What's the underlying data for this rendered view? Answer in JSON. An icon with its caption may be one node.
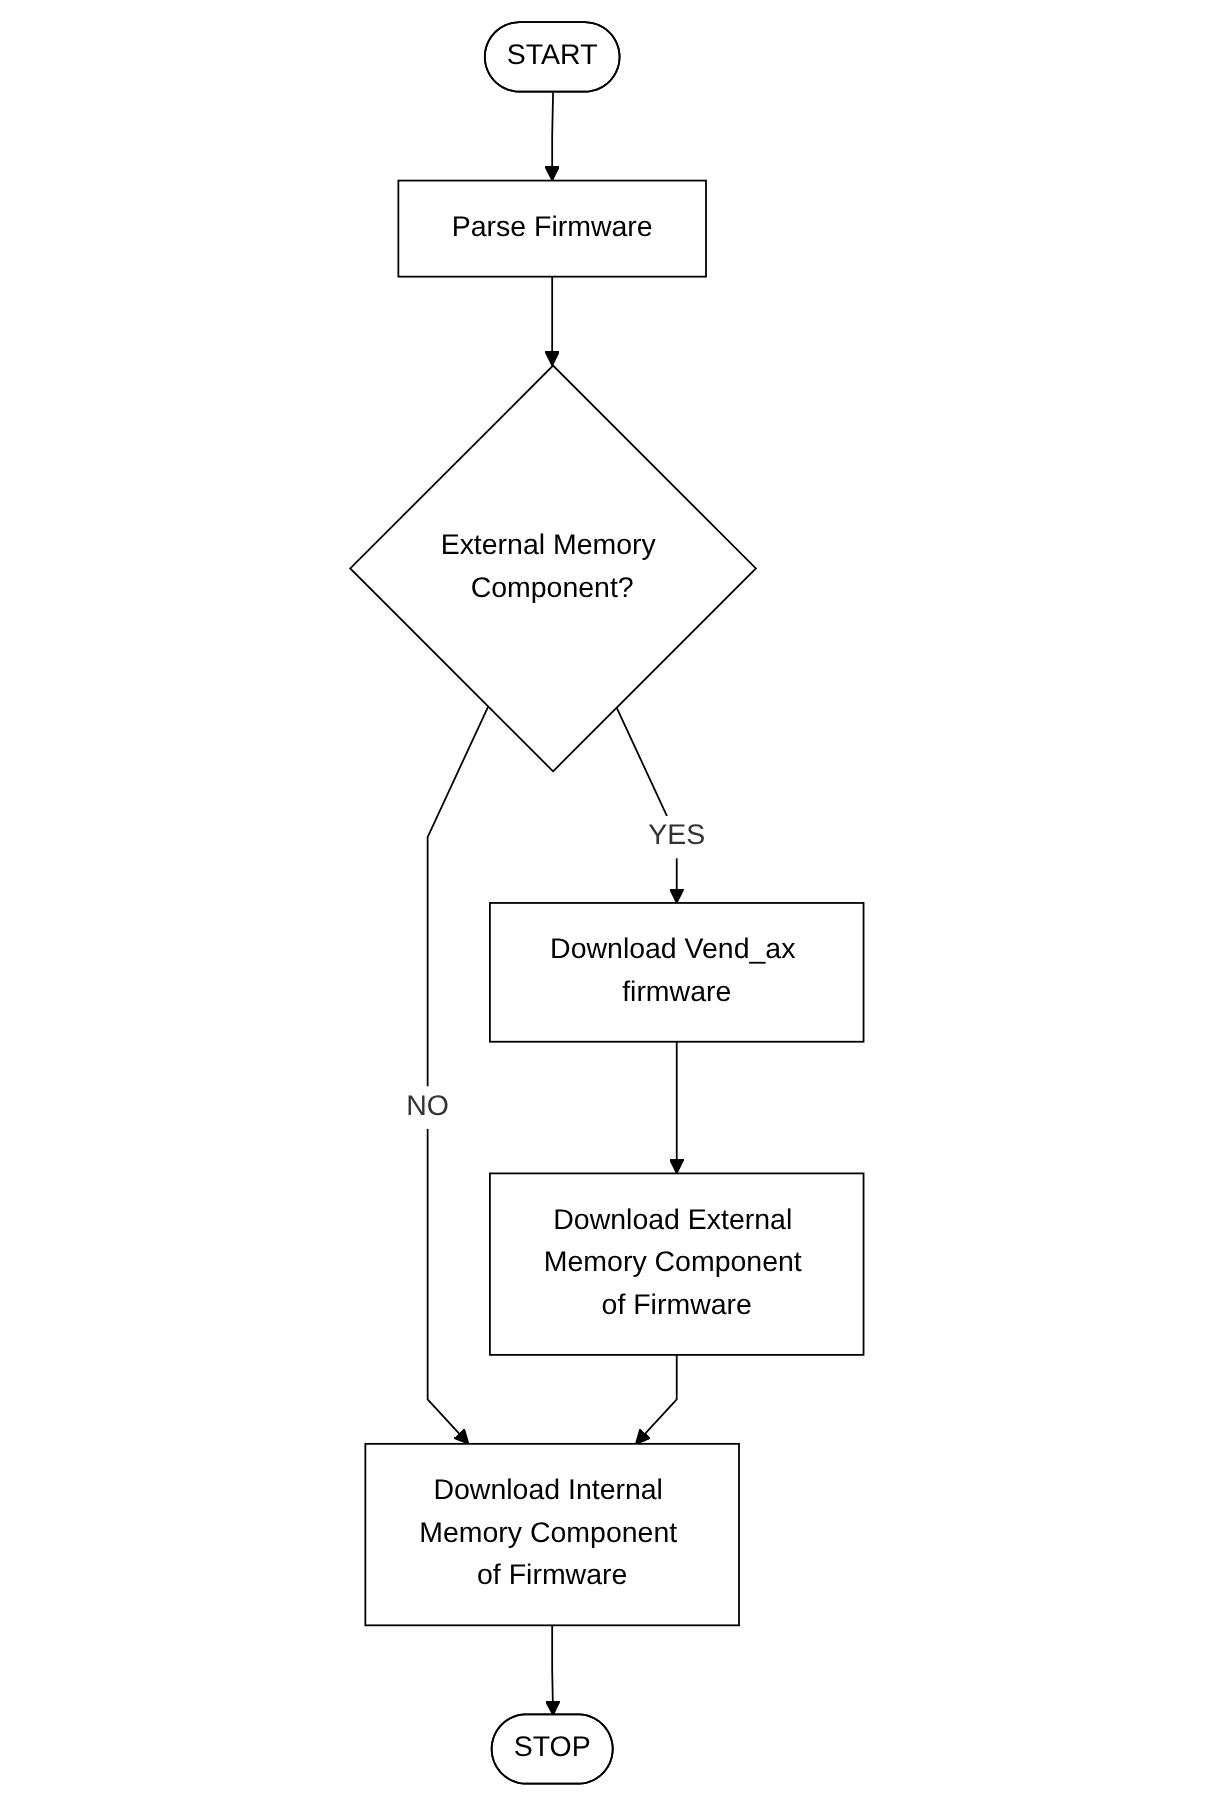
{
  "diagram": {
    "nodes": [
      {
        "text": [
          "START"
        ]
      },
      {
        "text": [
          "Parse Firmware"
        ]
      },
      {
        "text": [
          "External Memory Component?"
        ]
      },
      {
        "text": [
          "Download Vend_ax firmware"
        ]
      },
      {
        "text": [
          "Download External Memory Component of Firmware"
        ]
      },
      {
        "text": [
          "Download Internal Memory Component of Firmware"
        ]
      },
      {
        "text": [
          "STOP"
        ]
      }
    ],
    "edges": [
      {
        "from": 0,
        "to": 1,
        "arrow": "to"
      },
      {
        "from": 1,
        "to": 2,
        "arrow": "to"
      },
      {
        "from": 2,
        "to": 3,
        "arrow": "to",
        "label": "YES"
      },
      {
        "from": 2,
        "to": 5,
        "arrow": "to",
        "label": "NO"
      },
      {
        "from": 3,
        "to": 4,
        "arrow": "to"
      },
      {
        "from": 4,
        "to": 5,
        "arrow": "to"
      },
      {
        "from": 5,
        "to": 6,
        "arrow": "to"
      }
    ]
  }
}
